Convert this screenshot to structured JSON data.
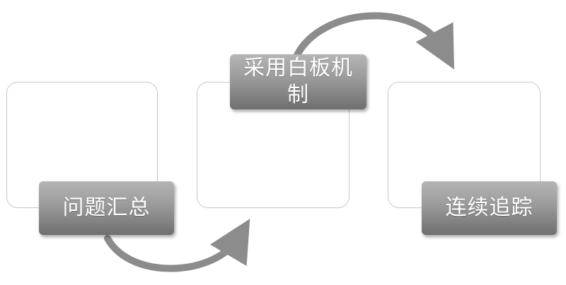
{
  "steps": [
    {
      "label": "问题汇总"
    },
    {
      "label": "采用白板机制"
    },
    {
      "label": "连续追踪"
    }
  ],
  "colors": {
    "arrow": "#8c8c8c",
    "outline": "#c8c8c8",
    "label_top": "#b5b5b5",
    "label_bottom": "#6f6f6f",
    "label_text": "#ffffff"
  }
}
